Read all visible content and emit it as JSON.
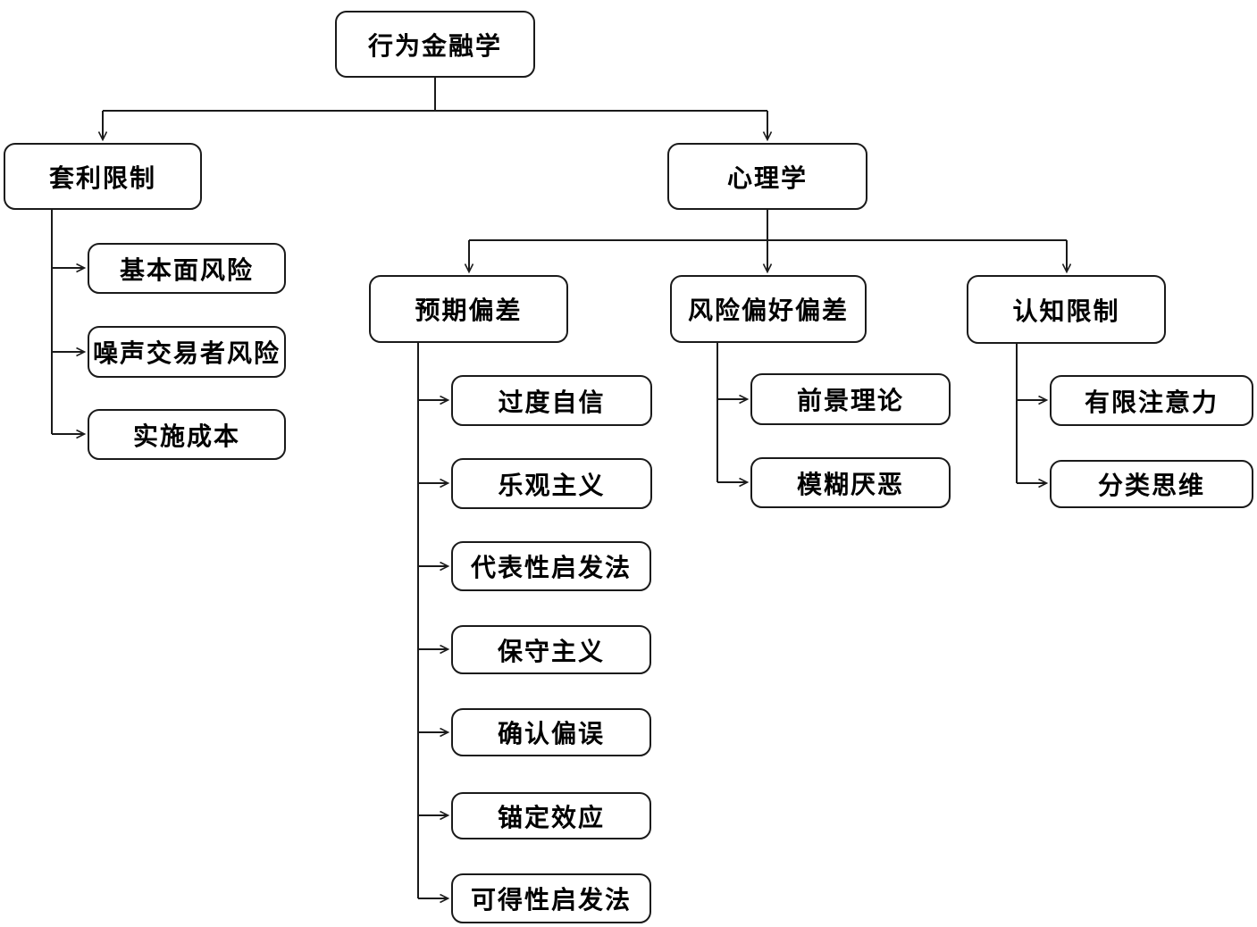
{
  "diagram": {
    "type": "tree-flowchart",
    "colors": {
      "line": "#1a1a1a",
      "box_border": "#1a1a1a",
      "box_fill": "#ffffff",
      "text": "#000000",
      "background": "#ffffff"
    },
    "root": {
      "label": "行为金融学",
      "children": [
        {
          "label": "套利限制",
          "children": [
            {
              "label": "基本面风险"
            },
            {
              "label": "噪声交易者风险"
            },
            {
              "label": "实施成本"
            }
          ]
        },
        {
          "label": "心理学",
          "children": [
            {
              "label": "预期偏差",
              "children": [
                {
                  "label": "过度自信"
                },
                {
                  "label": "乐观主义"
                },
                {
                  "label": "代表性启发法"
                },
                {
                  "label": "保守主义"
                },
                {
                  "label": "确认偏误"
                },
                {
                  "label": "锚定效应"
                },
                {
                  "label": "可得性启发法"
                }
              ]
            },
            {
              "label": "风险偏好偏差",
              "children": [
                {
                  "label": "前景理论"
                },
                {
                  "label": "模糊厌恶"
                }
              ]
            },
            {
              "label": "认知限制",
              "children": [
                {
                  "label": "有限注意力"
                },
                {
                  "label": "分类思维"
                }
              ]
            }
          ]
        }
      ]
    }
  }
}
